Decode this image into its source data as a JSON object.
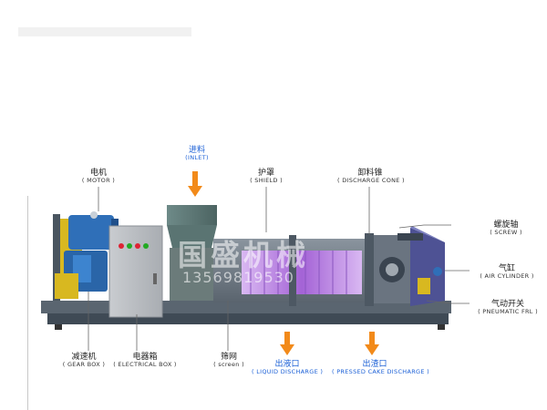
{
  "labels": {
    "inlet": {
      "cn": "进料",
      "en": "(INLET)"
    },
    "motor": {
      "cn": "电机",
      "en": "( MOTOR )"
    },
    "shield": {
      "cn": "护罩",
      "en": "( SHIELD )"
    },
    "discharge_cone": {
      "cn": "卸料锥",
      "en": "( DISCHARGE CONE )"
    },
    "screw": {
      "cn": "螺旋轴",
      "en": "( SCREW )"
    },
    "air_cylinder": {
      "cn": "气缸",
      "en": "( AIR CYLINDER )"
    },
    "pneumatic": {
      "cn": "气动开关",
      "en": "( PNEUMATIC FRL )"
    },
    "gear_box": {
      "cn": "减速机",
      "en": "( GEAR BOX )"
    },
    "electrical_box": {
      "cn": "电器箱",
      "en": "( ELECTRICAL BOX )"
    },
    "screen": {
      "cn": "筛网",
      "en": "( screen )"
    },
    "liquid_discharge": {
      "cn": "出液口",
      "en": "( LIQUID DISCHARGE )"
    },
    "pressed_discharge": {
      "cn": "出渣口",
      "en": "( PRESSED CAKE DISCHARGE )"
    }
  },
  "watermark": {
    "company": "国盛机械",
    "phone": "13569819530"
  },
  "colors": {
    "arrow": "#f28a1a",
    "blue_label": "#1a5fd6",
    "frame": "#4a5a6a",
    "motor_blue": "#2f6fb8",
    "gear_yellow": "#d8b820",
    "screen_purple": "#b07ad8"
  }
}
